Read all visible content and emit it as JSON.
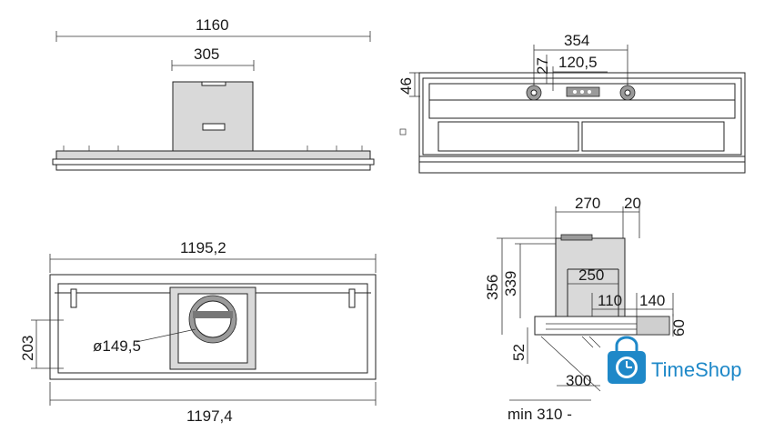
{
  "front_view": {
    "overall_width": "1160",
    "motor_width": "305"
  },
  "side_view": {
    "vent_spacing": "354",
    "vent_offset": "27",
    "vent_center": "120,5",
    "height": "46"
  },
  "bottom_view": {
    "outer_length": "1195,2",
    "inner_length": "1197,4",
    "depth": "203",
    "duct_diameter": "ø149,5"
  },
  "section_view": {
    "depth_top": "270",
    "lip": "20",
    "height_total": "356",
    "height_body": "339",
    "inner_depth": "250",
    "offset_a": "110",
    "offset_b": "140",
    "thickness": "60",
    "front_height": "52",
    "min_label": "min 310 -",
    "bottom_depth": "300"
  },
  "watermark": {
    "brand": "TimeShop",
    "color": "#1e88c8"
  }
}
